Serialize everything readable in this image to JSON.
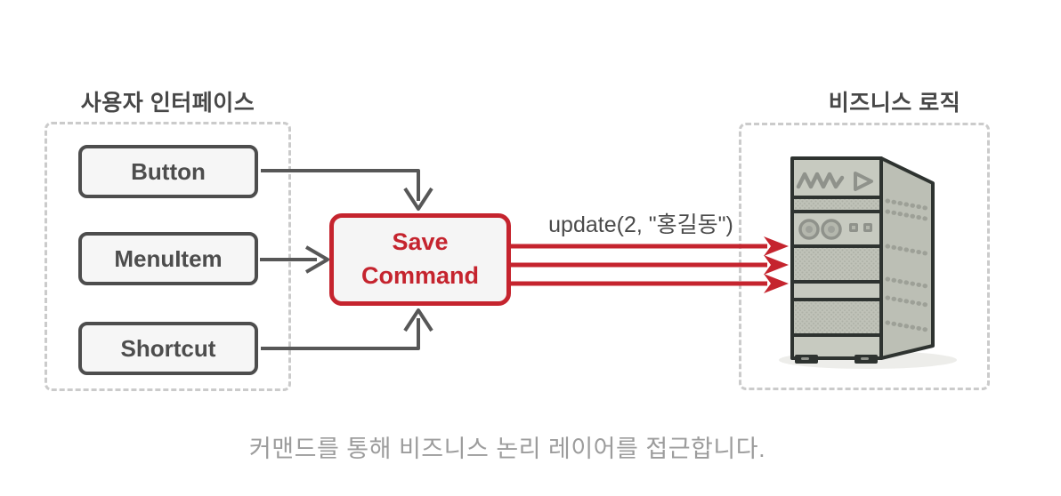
{
  "diagram": {
    "ui_group": {
      "title": "사용자 인터페이스",
      "nodes": [
        {
          "label": "Button"
        },
        {
          "label": "MenuItem"
        },
        {
          "label": "Shortcut"
        }
      ]
    },
    "command_node": {
      "line1": "Save",
      "line2": "Command"
    },
    "logic_group": {
      "title": "비즈니스 로직",
      "icon": "server-tower-icon"
    },
    "call_label": "update(2, \"홍길동\")",
    "caption": "커맨드를 통해 비즈니스 논리 레이어를 접근합니다.",
    "colors": {
      "accent_red": "#c5242e",
      "arrow_gray": "#575757",
      "node_border": "#4d4d4d",
      "node_fill": "#f6f6f6",
      "dashed_border": "#cbcbcb",
      "caption_gray": "#9c9c9c",
      "server_outline": "#2e3330",
      "server_body": "#c7cac0"
    }
  }
}
